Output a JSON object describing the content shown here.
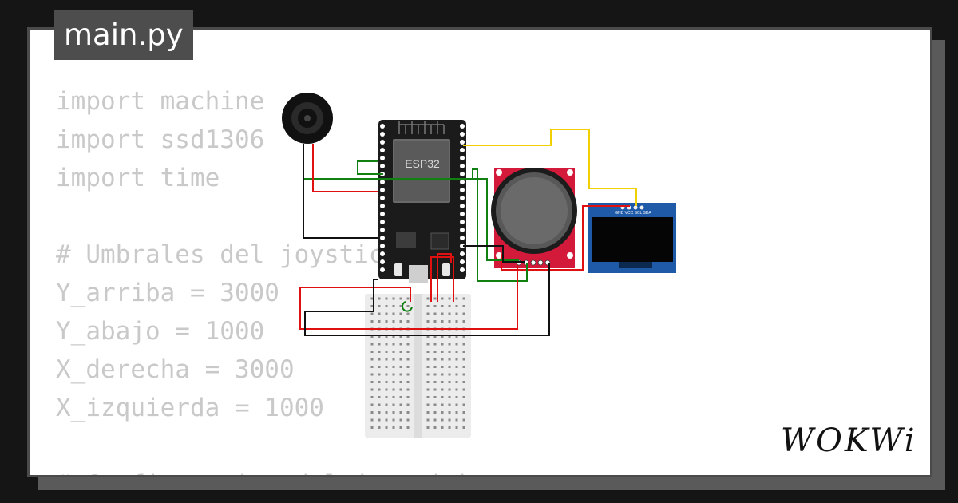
{
  "tab": {
    "filename": "main.py"
  },
  "code": {
    "lines": [
      "import machine",
      "import ssd1306",
      "import time",
      "",
      "# Umbrales del joystick",
      "Y_arriba = 3000",
      "Y_abajo = 1000",
      "X_derecha = 3000",
      "X_izquierda = 1000",
      "",
      "# Configuracion del joystick"
    ]
  },
  "circuit": {
    "esp32_label": "ESP32",
    "oled_pins_label": "GND VCC SCL SDA",
    "colors": {
      "wire_red": "#e01010",
      "wire_black": "#111111",
      "wire_green": "#108010",
      "wire_yellow": "#f0d000",
      "board": "#1b1b1b",
      "joystick_pcb": "#d41a3a",
      "oled_pcb": "#1e5aa8",
      "breadboard": "#ececec"
    }
  },
  "brand": {
    "logo": "WOKWi"
  }
}
